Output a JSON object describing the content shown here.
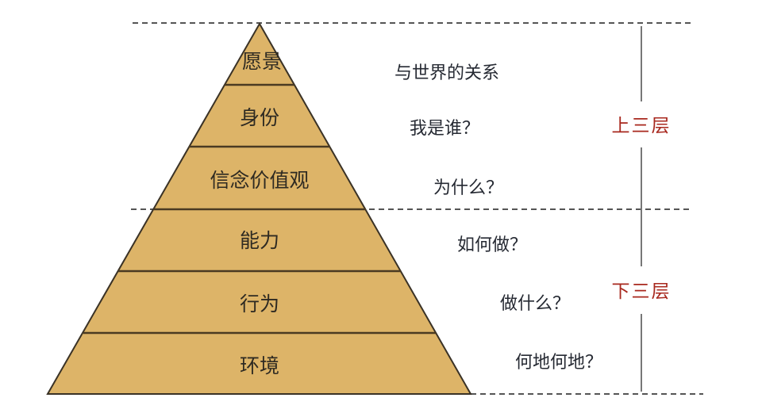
{
  "colors": {
    "pyramid_fill": "#DDB468",
    "pyramid_stroke": "#3a3226",
    "dashed_line": "#555555",
    "group_label": "#a8281e",
    "description_text": "#262a33"
  },
  "pyramid": {
    "layers": [
      {
        "label": "愿景",
        "description": "与世界的关系"
      },
      {
        "label": "身份",
        "description": "我是谁？"
      },
      {
        "label": "信念价值观",
        "description": "为什么？"
      },
      {
        "label": "能力",
        "description": "如何做？"
      },
      {
        "label": "行为",
        "description": "做什么？"
      },
      {
        "label": "环境",
        "description": "何地何地？"
      }
    ]
  },
  "groups": {
    "upper": "上三层",
    "lower": "下三层"
  }
}
